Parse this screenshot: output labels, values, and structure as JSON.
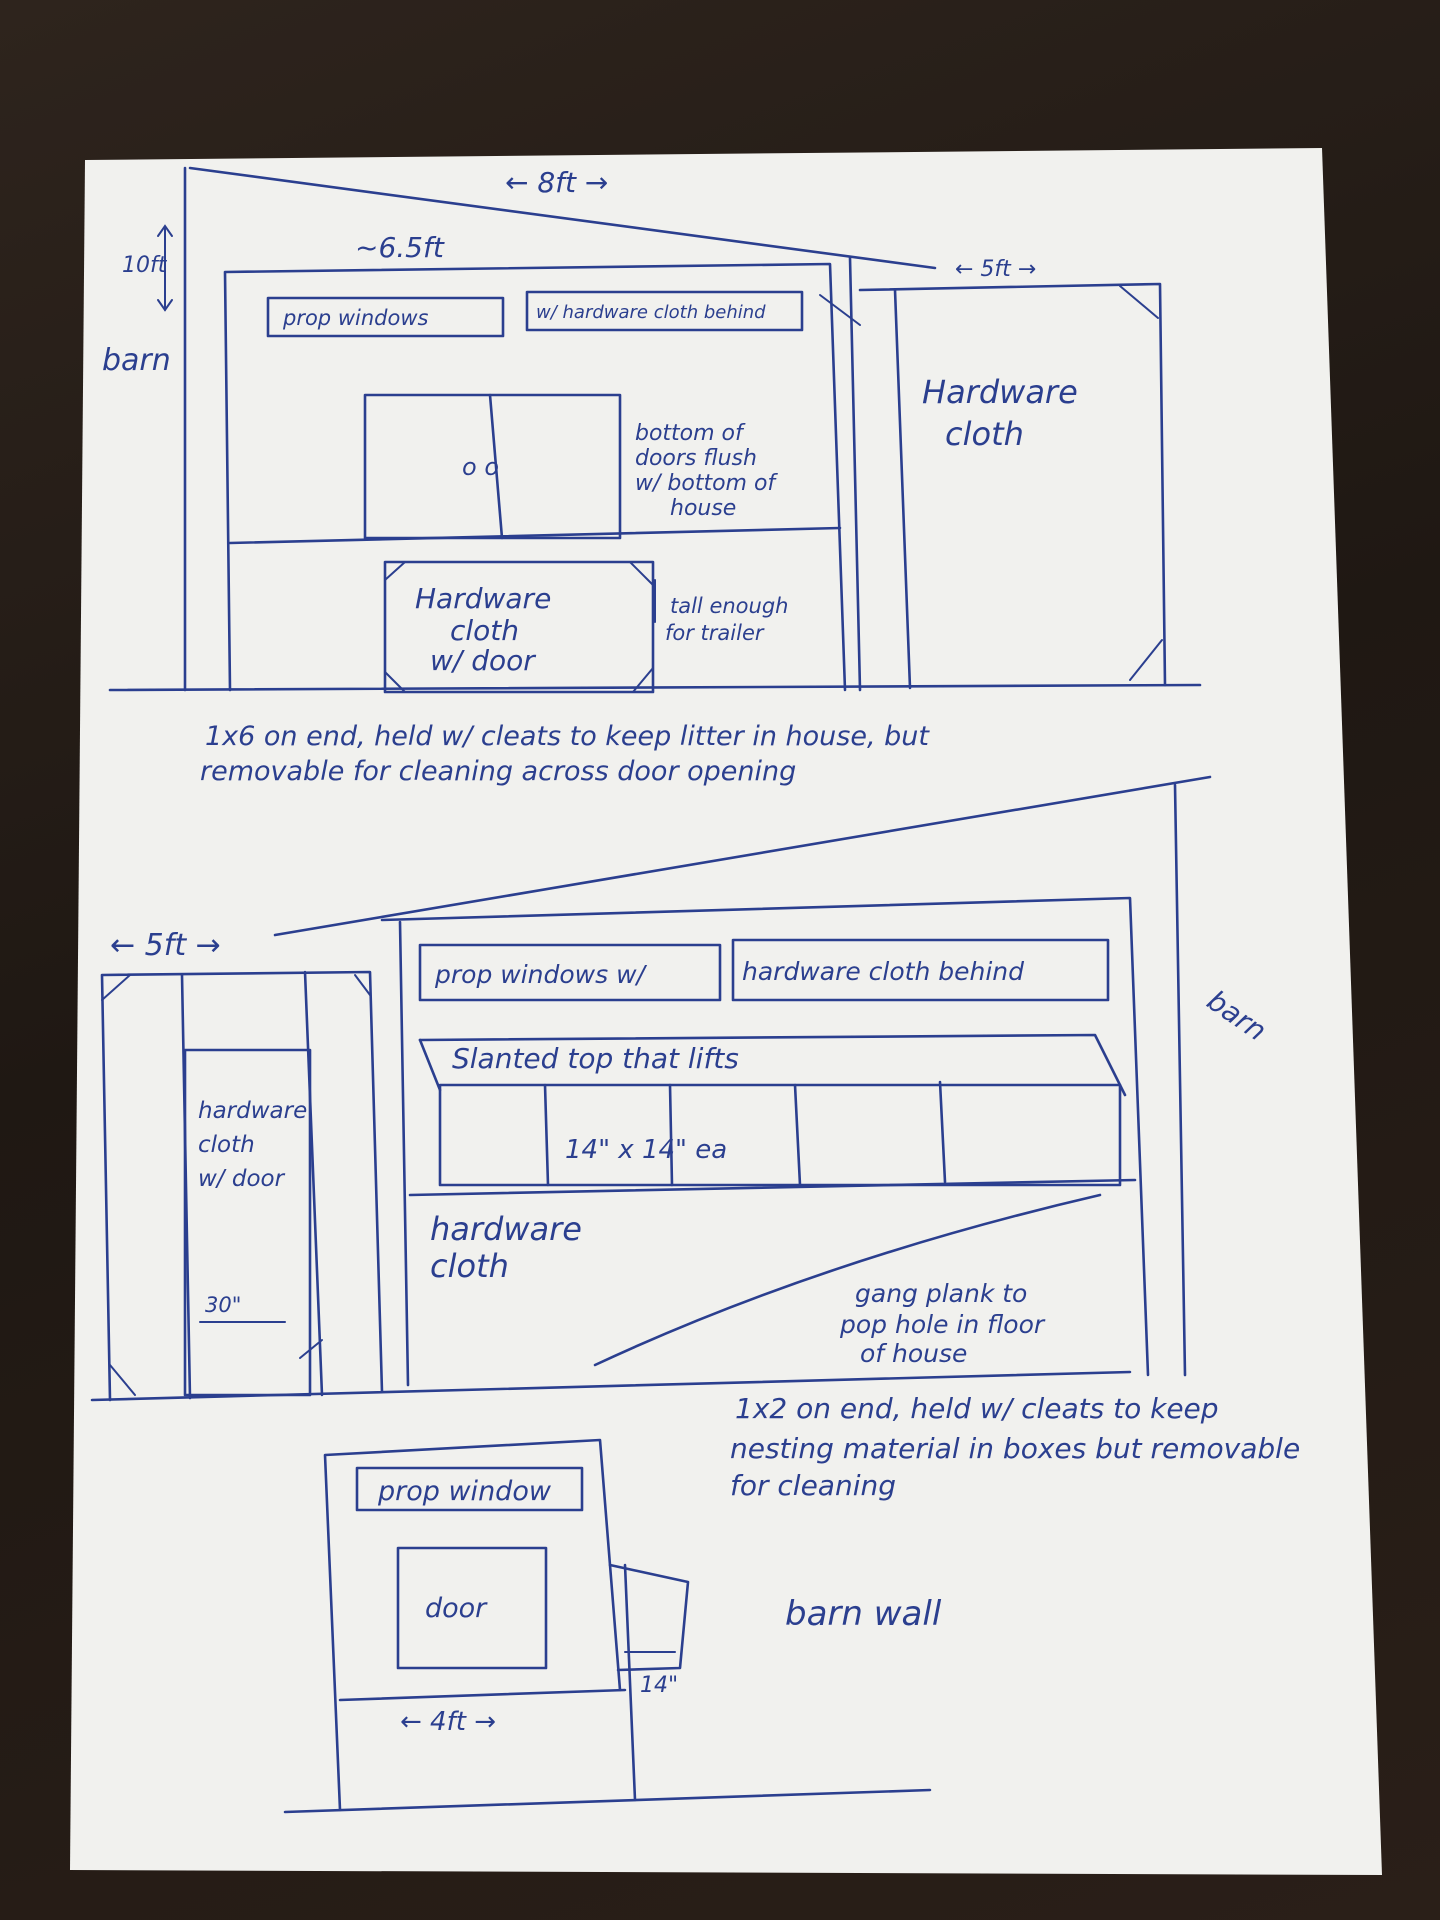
{
  "sketch_1": {
    "dim_top": "← 8ft →",
    "dim_height": "10ft",
    "label_barn": "barn",
    "dim_house_width": "~6.5ft",
    "dim_run_width": "← 5ft →",
    "box_prop_windows": "prop windows",
    "box_hardware_cloth": "w/ hardware cloth behind",
    "run_label_line1": "Hardware",
    "run_label_line2": "cloth",
    "door_note_line1": "bottom of",
    "door_note_line2": "doors flush",
    "door_note_line3": "w/ bottom of",
    "door_note_line4": "house",
    "door_knobs": "o o",
    "lower_label_line1": "Hardware",
    "lower_label_line2": "cloth",
    "lower_label_line3": "w/ door",
    "trailer_note_line1": "tall enough",
    "trailer_note_line2": "for trailer",
    "caption_line1": "1x6 on end, held w/ cleats to keep litter in house, but",
    "caption_line2": "removable for cleaning across door opening"
  },
  "sketch_2": {
    "dim_run_width": "← 5ft →",
    "box_prop_windows": "prop windows w/",
    "box_hardware_cloth": "hardware cloth behind",
    "label_barn": "barn",
    "slanted_top": "Slanted top that lifts",
    "nest_dim": "14\" x 14\" ea",
    "run_label_line1": "hardware",
    "run_label_line2": "cloth",
    "run_label_line3": "w/ door",
    "dim_30": "30\"",
    "lower_label_line1": "hardware",
    "lower_label_line2": "cloth",
    "gangplank_line1": "gang plank to",
    "gangplank_line2": "pop hole in floor",
    "gangplank_line3": "of house",
    "caption_line1": "1x2 on end, held w/ cleats to keep",
    "caption_line2": "nesting material in boxes but removable",
    "caption_line3": "for cleaning"
  },
  "sketch_3": {
    "box_prop_window": "prop window",
    "door_label": "door",
    "dim_width": "← 4ft →",
    "dim_14": "14\"",
    "label_barn_wall": "barn wall"
  },
  "colors": {
    "ink": "#2b3f8f",
    "paper": "#f1f1ef",
    "table": "#241c17"
  }
}
